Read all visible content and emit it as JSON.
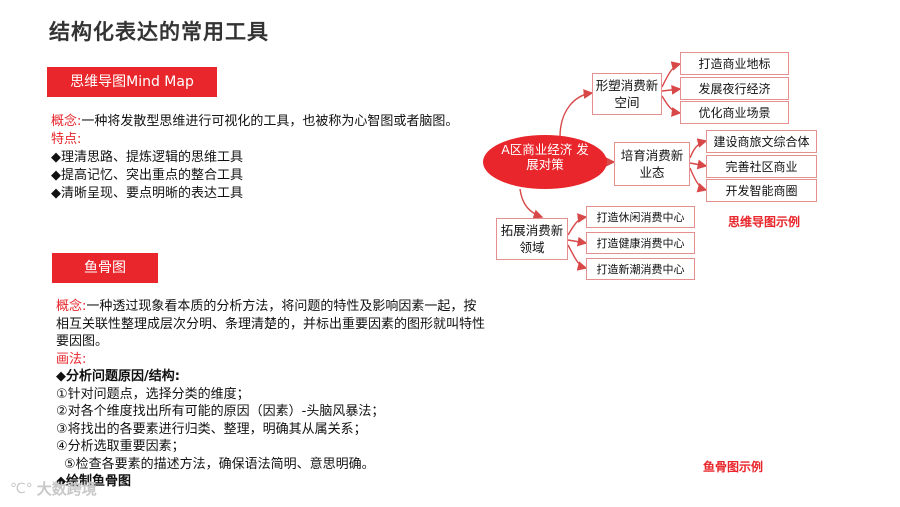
{
  "title": "结构化表达的常用工具",
  "mindmap_section": {
    "tag": "思维导图Mind Map",
    "concept_label": "概念:",
    "concept_text": "一种将发散型思维进行可视化的工具，也被称为心智图或者脑图。",
    "features_label": "特点:",
    "features": [
      "◆理清思路、提炼逻辑的思维工具",
      "◆提高记忆、突出重点的整合工具",
      "◆清晰呈现、要点明晰的表达工具"
    ]
  },
  "fishbone_section": {
    "tag": "鱼骨图",
    "concept_label": "概念:",
    "concept_text": "一种透过现象看本质的分析方法，将问题的特性及影响因素一起，按相互关联性整理成层次分明、条理清楚的，并标出重要因素的图形就叫特性要因图。",
    "method_label": "画法:",
    "step_header": "◆分析问题原因/结构:",
    "steps": [
      "①针对问题点，选择分类的维度；",
      "②对各个维度找出所有可能的原因（因素）-头脑风暴法；",
      "③将找出的各要素进行归类、整理，明确其从属关系；",
      "④分析选取重要因素；",
      "⑤检查各要素的描述方法，确保语法简明、意思明确。"
    ],
    "draw_header": "◆绘制鱼骨图"
  },
  "mindmap_example": {
    "center": "A区商业经济 发展对策",
    "branches": [
      {
        "label": "形塑消费新空间",
        "items": [
          "打造商业地标",
          "发展夜行经济",
          "优化商业场景"
        ]
      },
      {
        "label": "培育消费新业态",
        "items": [
          "建设商旅文综合体",
          "完善社区商业",
          "开发智能商圈"
        ]
      },
      {
        "label": "拓展消费新领域",
        "items": [
          "打造休闲消费中心",
          "打造健康消费中心",
          "打造新潮消费中心"
        ]
      }
    ],
    "caption": "思维导图示例"
  },
  "fishbone_caption": "鱼骨图示例",
  "watermark": "大数跨境",
  "watermark_logo": "℃°",
  "colors": {
    "accent": "#e8262b",
    "border": "#e58f8f",
    "arrow": "#d94848"
  }
}
